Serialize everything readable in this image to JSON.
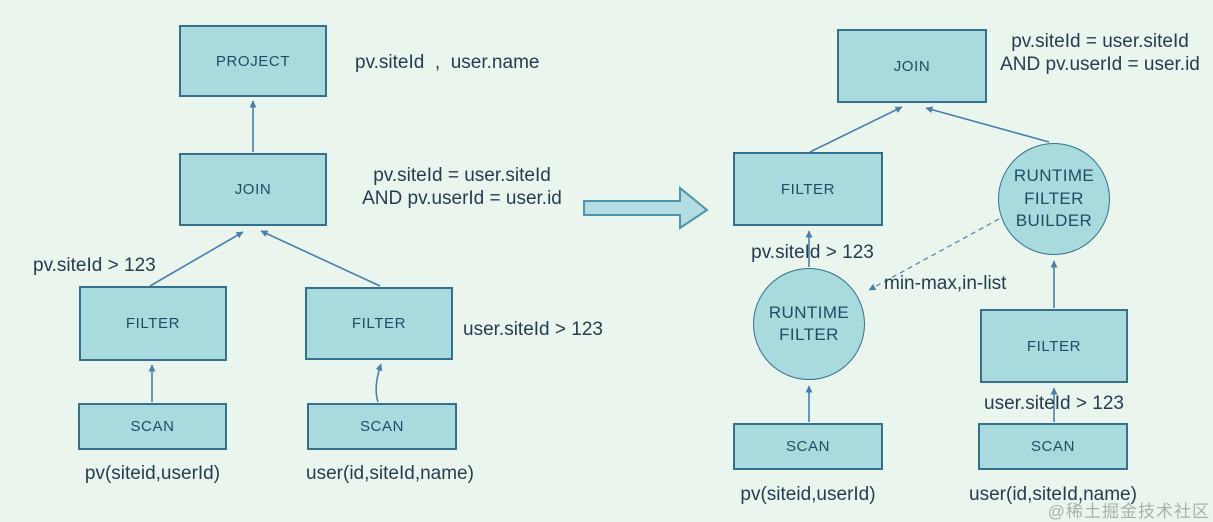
{
  "colors": {
    "background": "#eaf6ed",
    "node_fill": "#a9dade",
    "node_border": "#35718f",
    "node_text": "#1d4e66",
    "label_text": "#263c50",
    "arrow": "#4a7fad",
    "watermark_text": "#7d8780"
  },
  "left_plan": {
    "nodes": {
      "project": "PROJECT",
      "join": "JOIN",
      "filter_pv": "FILTER",
      "filter_user": "FILTER",
      "scan_pv": "SCAN",
      "scan_user": "SCAN"
    },
    "labels": {
      "project_columns": "pv.siteId  ,  user.name",
      "join_condition": "pv.siteId = user.siteId\nAND pv.userId = user.id",
      "filter_pv_predicate": "pv.siteId > 123",
      "filter_user_predicate": "user.siteId > 123",
      "scan_pv_table": "pv(siteid,userId)",
      "scan_user_table": "user(id,siteId,name)"
    }
  },
  "right_plan": {
    "nodes": {
      "join": "JOIN",
      "filter_pv": "FILTER",
      "runtime_filter": "RUNTIME\nFILTER",
      "runtime_filter_builder": "RUNTIME\nFILTER\nBUILDER",
      "filter_user": "FILTER",
      "scan_pv": "SCAN",
      "scan_user": "SCAN"
    },
    "labels": {
      "join_condition": "pv.siteId = user.siteId\nAND pv.userId = user.id",
      "filter_pv_predicate": "pv.siteId > 123",
      "runtime_filter_types": "min-max,in-list",
      "filter_user_predicate": "user.siteId > 123",
      "scan_pv_table": "pv(siteid,userId)",
      "scan_user_table": "user(id,siteId,name)"
    }
  },
  "watermark": "@稀土掘金技术社区"
}
